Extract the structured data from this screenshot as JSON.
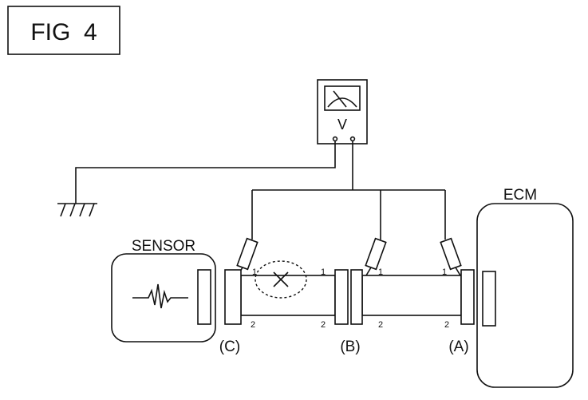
{
  "figure": {
    "label": "FIG  4"
  },
  "meter": {
    "symbol": "V"
  },
  "components": {
    "sensor": "SENSOR",
    "ecm": "ECM"
  },
  "connectors": [
    {
      "id": "C",
      "label": "(C)"
    },
    {
      "id": "B",
      "label": "(B)"
    },
    {
      "id": "A",
      "label": "(A)"
    }
  ],
  "pins": {
    "cb_top_left": "1",
    "cb_top_right": "1",
    "cb_bottom_left": "2",
    "cb_bottom_right": "2",
    "ba_top_left": "1",
    "ba_top_right": "1",
    "ba_bottom_left": "2",
    "ba_bottom_right": "2"
  },
  "icons": {
    "ground": "ground-icon",
    "fault": "open-circuit-x-icon",
    "waveform": "sensor-waveform-icon",
    "meter_needle": "meter-needle-icon"
  },
  "colors": {
    "line": "#111111",
    "background": "#ffffff"
  }
}
